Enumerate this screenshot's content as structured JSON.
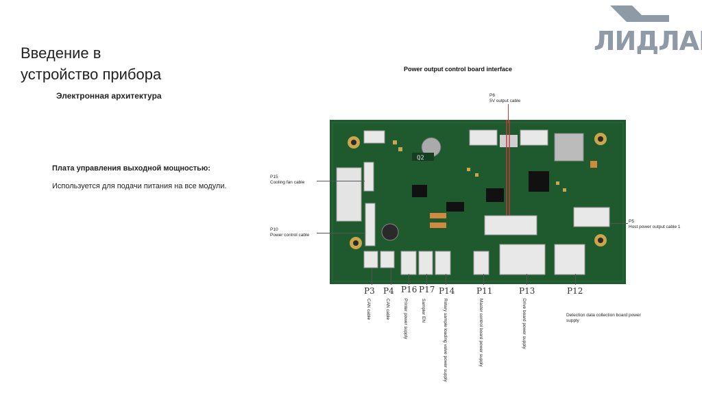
{
  "slide": {
    "title_line1": "Введение в",
    "title_line2": "устройство прибора",
    "subtitle": "Электронная архитектура",
    "board_name": "Плата управления выходной мощностью:",
    "board_desc": "Используется для подачи питания на все модули.",
    "logo_text": "ЛИДЛАБ"
  },
  "diagram": {
    "title": "Power output control board interface",
    "top_labels": {
      "p6_id": "P6",
      "p6_desc": "5V output cable",
      "p15_id": "P15",
      "p15_desc": "Cooling fan cable",
      "p10_id": "P10",
      "p10_desc": "Power control cable",
      "p5_id": "P5",
      "p5_desc": "Host power output cable 1",
      "p12_desc": "Detection data collection board power supply"
    },
    "connectors": [
      {
        "id": "P3",
        "desc": "CAN cable"
      },
      {
        "id": "P4",
        "desc": "CAN cable"
      },
      {
        "id": "P16",
        "desc": "Printer power supply"
      },
      {
        "id": "P17",
        "desc": "Sampler EN"
      },
      {
        "id": "P14",
        "desc": "Rotary sample loading valve power supply"
      },
      {
        "id": "P11",
        "desc": "Master control board power supply"
      },
      {
        "id": "P13",
        "desc": "Drive board power supply"
      },
      {
        "id": "P12",
        "desc": ""
      }
    ],
    "board_markings": {
      "q2": "Q2"
    }
  },
  "colors": {
    "pcb": "#1f5a2e",
    "pcb_dark": "#163f22",
    "connector": "#e8e8e8",
    "logo": "#8e9aa6"
  }
}
